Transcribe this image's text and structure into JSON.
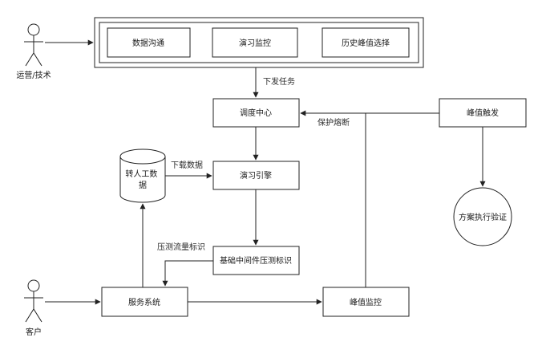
{
  "actors": {
    "ops": "运营/技术",
    "customer": "客户"
  },
  "top_panel": {
    "data_comm": "数据沟通",
    "drill_monitor": "演习监控",
    "history_peak": "历史峰值选择"
  },
  "nodes": {
    "dispatch_center": "调度中心",
    "drill_engine": "演习引擎",
    "storage": "转人工数据",
    "middleware": "基础中间件压测标识",
    "service_system": "服务系统",
    "peak_monitor": "峰值监控",
    "peak_trigger": "峰值触发",
    "plan_verify": "方案执行验证"
  },
  "edges": {
    "dispatch_task": "下发任务",
    "fuse_protect": "保护熔断",
    "download_data": "下载数据",
    "pressure_flag": "压测流量标识"
  }
}
